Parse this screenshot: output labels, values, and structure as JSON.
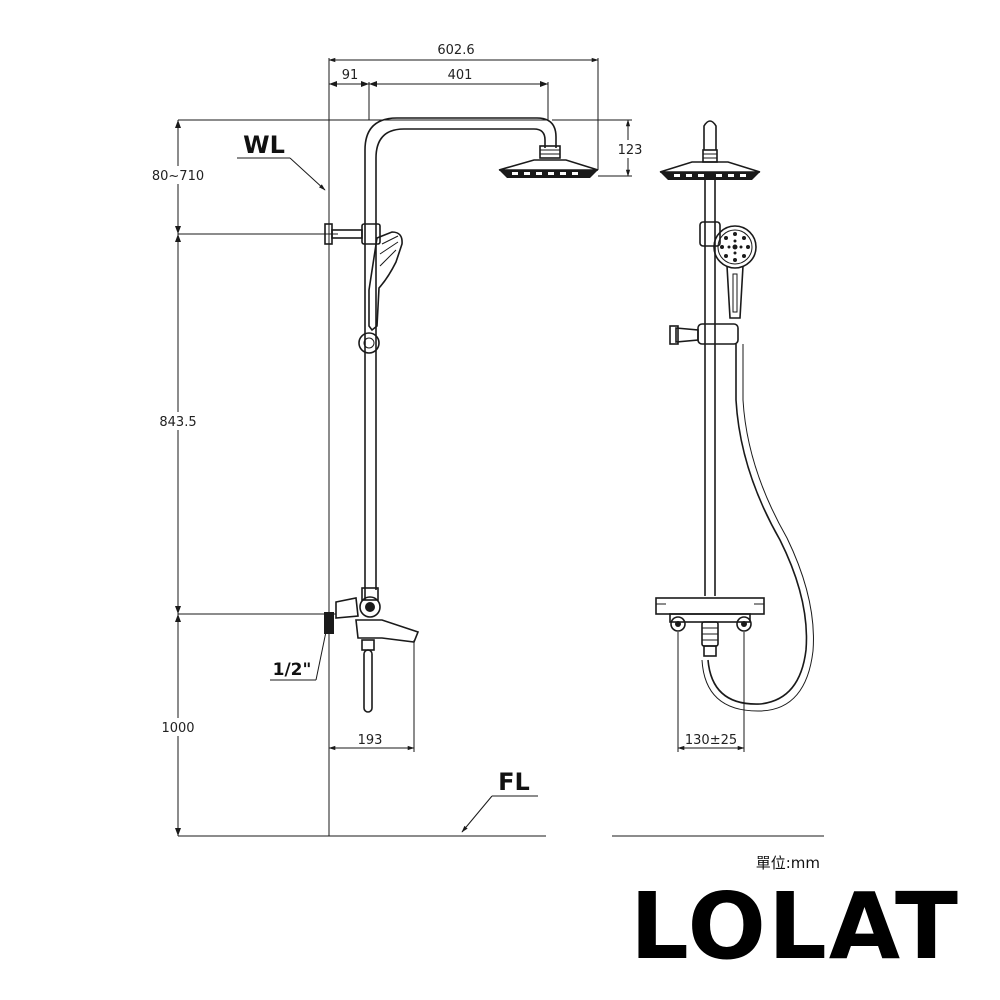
{
  "dimensions": {
    "total_width": "602.6",
    "wall_offset": "91",
    "arm_reach": "401",
    "head_height": "123",
    "adjustable_range": "80~710",
    "bar_length": "843.5",
    "inlet_height": "1000",
    "spout_reach": "193",
    "inlet_spacing": "130±25"
  },
  "callouts": {
    "wall_line": "WL",
    "floor_line": "FL",
    "thread_size": "1/2\""
  },
  "unit_note": "單位:mm",
  "brand": "LOLAT"
}
